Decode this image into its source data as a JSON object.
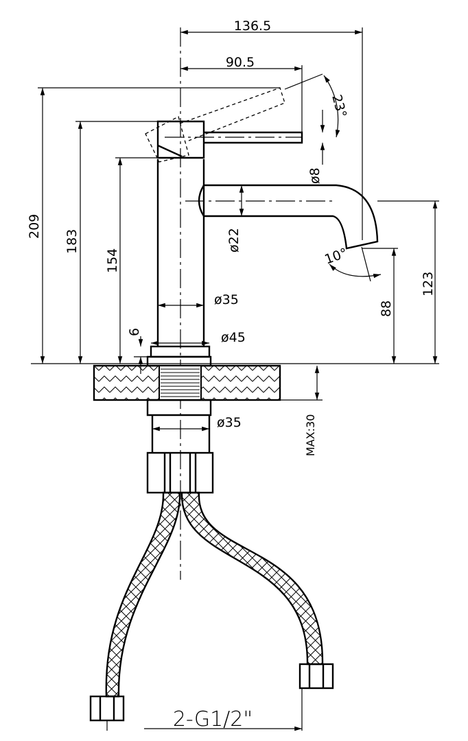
{
  "drawing": {
    "title": "Basin mixer technical drawing",
    "dimensions": {
      "overall_reach": "136.5",
      "lever_reach": "90.5",
      "lever_angle": "23°",
      "lever_dia": "ø8",
      "total_height": "209",
      "lever_height": "183",
      "body_height": "154",
      "spout_dia": "ø22",
      "spout_angle": "10°",
      "spout_height": "123",
      "outlet_height": "88",
      "body_dia": "ø35",
      "base_dia": "ø45",
      "base_thickness": "6",
      "shank_dia": "ø35",
      "max_counter": "MAX:30",
      "connection": "2-G1/2\""
    }
  }
}
